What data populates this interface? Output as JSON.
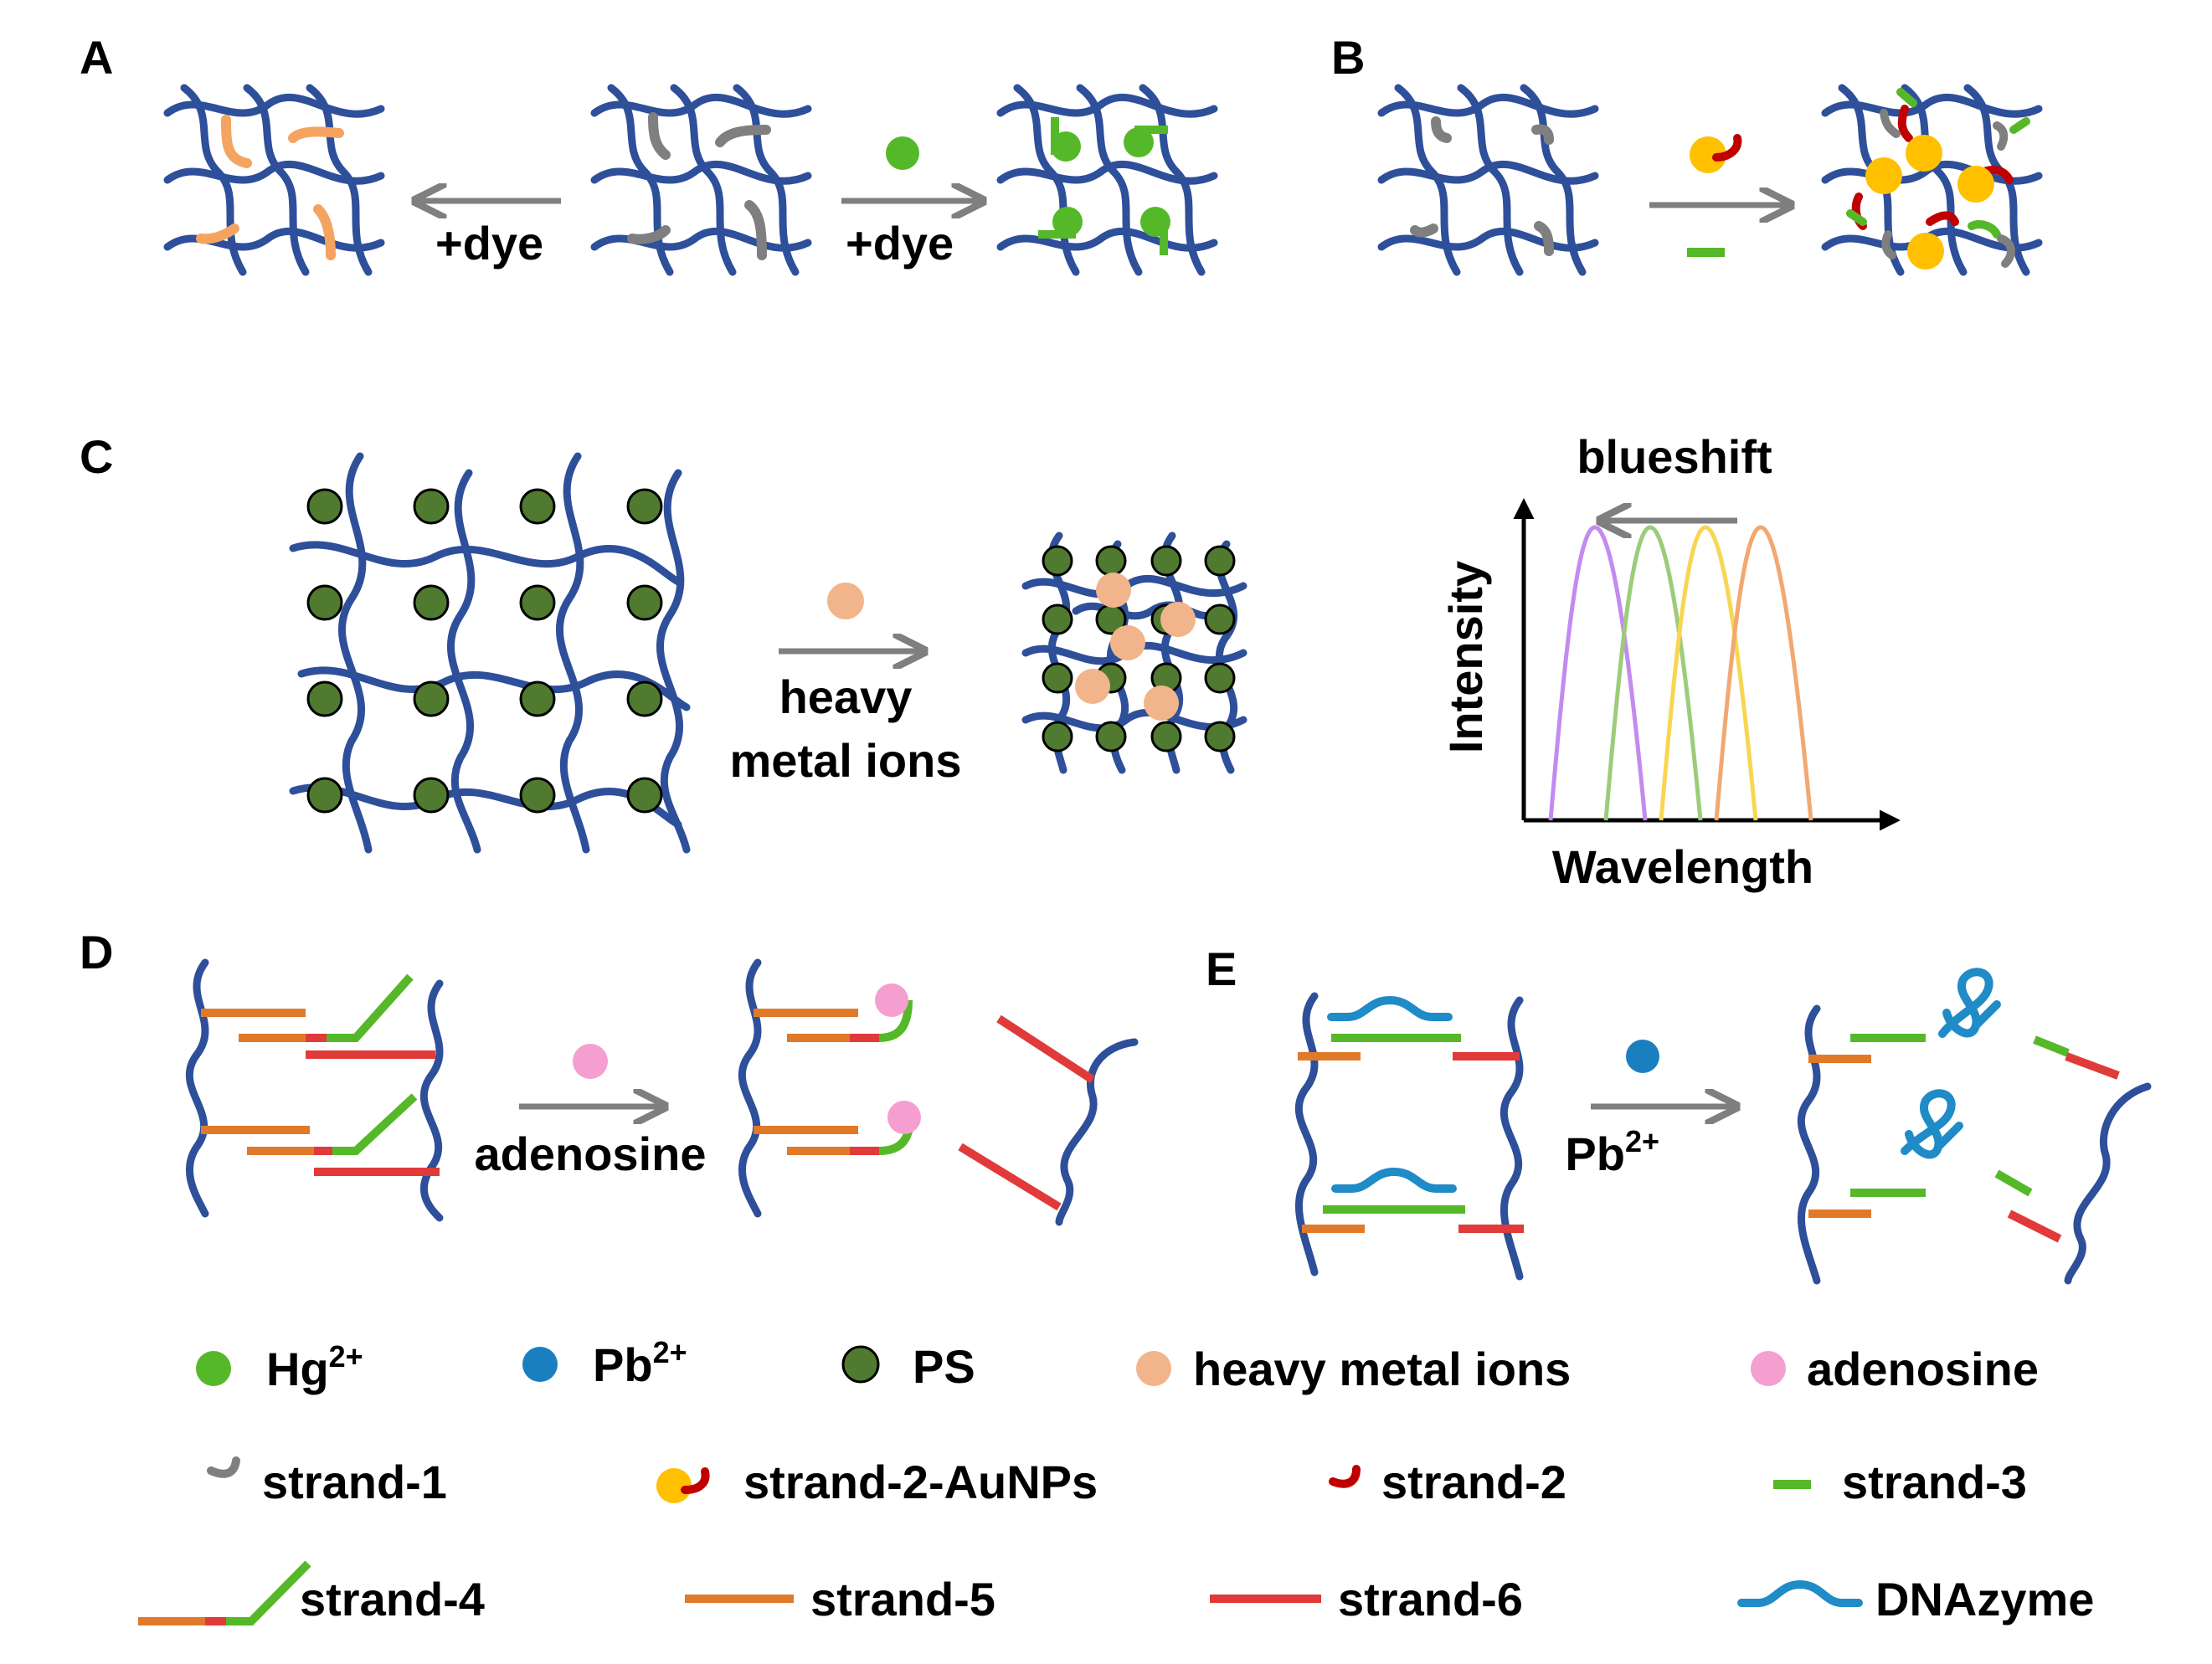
{
  "panels": {
    "a": {
      "label": "A",
      "left_arrow_label": "+dye",
      "right_arrow_label": "+dye"
    },
    "b": {
      "label": "B"
    },
    "c": {
      "label": "C",
      "arrow_label_line1": "heavy",
      "arrow_label_line2": "metal ions",
      "spectrum": {
        "title": "blueshift",
        "xlabel": "Wavelength",
        "ylabel": "Intensity"
      }
    },
    "d": {
      "label": "D",
      "arrow_label": "adenosine"
    },
    "e": {
      "label": "E",
      "arrow_label_base": "Pb",
      "arrow_label_sup": "2+"
    }
  },
  "legend": {
    "row1": [
      {
        "text": "Hg",
        "sup": "2+",
        "icon": "green-dot"
      },
      {
        "text": "Pb",
        "sup": "2+",
        "icon": "blue-dot"
      },
      {
        "text": "PS",
        "sup": "",
        "icon": "dark-green-dot"
      },
      {
        "text": "heavy metal ions",
        "sup": "",
        "icon": "peach-dot"
      },
      {
        "text": "adenosine",
        "sup": "",
        "icon": "pink-dot"
      }
    ],
    "row2": [
      {
        "text": "strand-1",
        "icon": "gray-hook"
      },
      {
        "text": "strand-2-AuNPs",
        "icon": "gold-particle-red-hook"
      },
      {
        "text": "strand-2",
        "icon": "red-hook"
      },
      {
        "text": "strand-3",
        "icon": "green-dash"
      }
    ],
    "row3": [
      {
        "text": "strand-4",
        "icon": "orange-red-green-strand"
      },
      {
        "text": "strand-5",
        "icon": "orange-line"
      },
      {
        "text": "strand-6",
        "icon": "red-line"
      },
      {
        "text": "DNAzyme",
        "icon": "blue-loop"
      }
    ]
  },
  "colors": {
    "network": "#2e4f9a",
    "arrow": "#7f7f7f",
    "green": "#55b829",
    "orange": "#f4a460",
    "gray": "#7f7f7f",
    "red_dark": "#c00000",
    "gold": "#ffc000",
    "ps": "#4f7a30",
    "peach": "#f2b48a",
    "pink": "#f59ed0",
    "blue": "#1a7fbf",
    "dnazyme": "#1f8bc7",
    "strand5": "#e07a2a",
    "strand6": "#e03a3a",
    "spec_purple": "#c38af0",
    "spec_green": "#9ccc7a",
    "spec_yellow": "#f8d653",
    "spec_orange": "#f2a870"
  }
}
